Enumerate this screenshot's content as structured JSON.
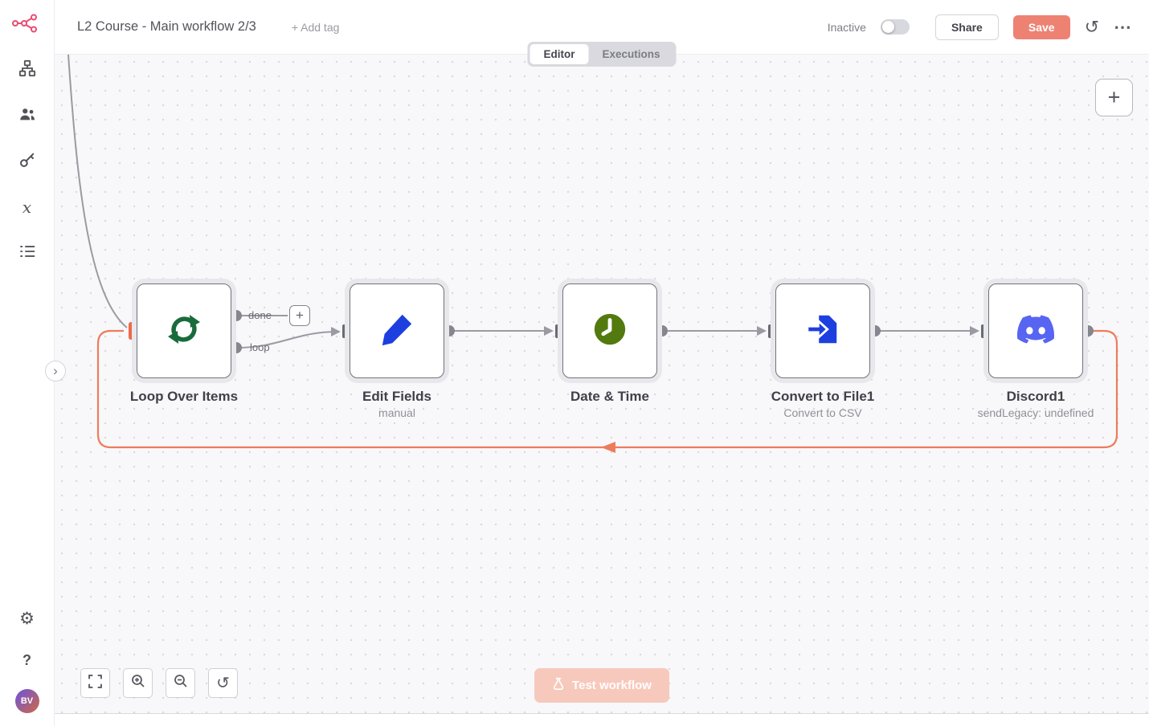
{
  "header": {
    "title": "L2 Course - Main workflow 2/3",
    "add_tag_label": "+ Add tag",
    "status_label": "Inactive",
    "share_label": "Share",
    "save_label": "Save"
  },
  "tabs": {
    "editor_label": "Editor",
    "executions_label": "Executions"
  },
  "canvas": {
    "nodes": [
      {
        "label": "Loop Over Items",
        "subtitle": "",
        "outputs": {
          "done_label": "done",
          "loop_label": "loop"
        }
      },
      {
        "label": "Edit Fields",
        "subtitle": "manual"
      },
      {
        "label": "Date & Time",
        "subtitle": ""
      },
      {
        "label": "Convert to File1",
        "subtitle": "Convert to CSV"
      },
      {
        "label": "Discord1",
        "subtitle": "sendLegacy: undefined"
      }
    ],
    "test_workflow_label": "Test workflow",
    "add_node_label": "+",
    "mini_plus_label": "+"
  },
  "sidebar": {
    "avatar_initials": "BV"
  },
  "colors": {
    "accent": "#ea4b71",
    "save_button": "#ed8273",
    "loop_highlight": "#ee7c5b",
    "discord_blurple": "#5865f2",
    "loop_icon_green": "#1a6b3c",
    "datetime_green": "#527a0e",
    "node_blue": "#1d3fe0"
  }
}
